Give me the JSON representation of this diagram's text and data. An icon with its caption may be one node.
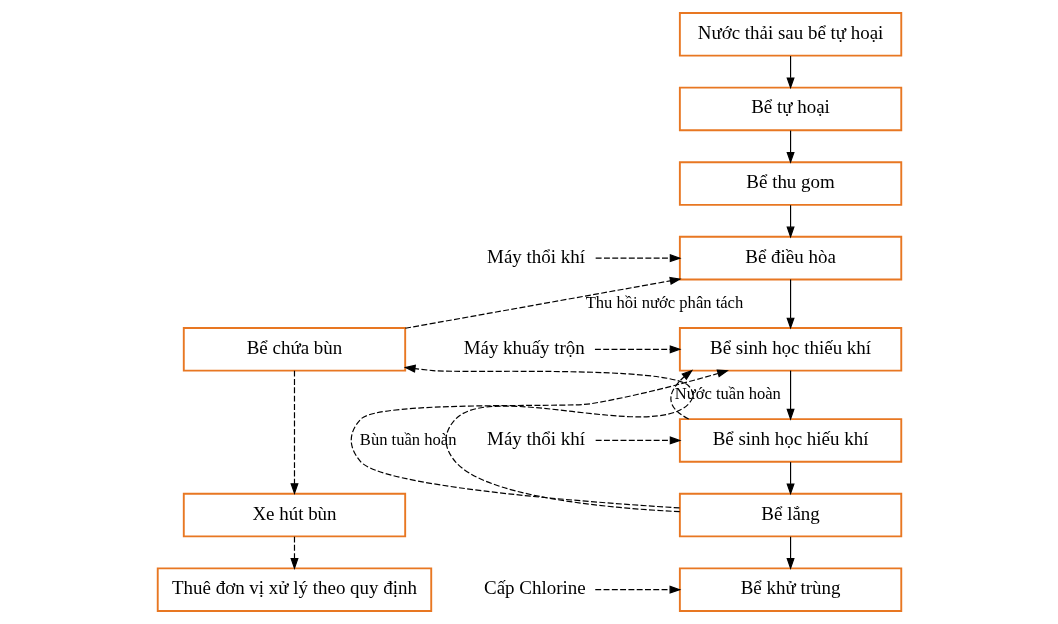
{
  "diagram": {
    "nodes": [
      {
        "text": [
          "Nước thải sau bể tự hoại"
        ]
      },
      {
        "text": [
          "Bể tự hoại"
        ]
      },
      {
        "text": [
          "Bể thu gom"
        ]
      },
      {
        "text": [
          "Máy thổi khí"
        ]
      },
      {
        "text": [
          "Bể điều hòa"
        ]
      },
      {
        "text": [
          "Máy khuấy trộn"
        ]
      },
      {
        "text": [
          "Bể sinh học thiếu khí"
        ]
      },
      {
        "text": [
          "Máy thổi khí"
        ]
      },
      {
        "text": [
          "Bể sinh học hiếu khí"
        ]
      },
      {
        "text": [
          "Bể lắng"
        ]
      },
      {
        "text": [
          "Cấp Chlorine"
        ]
      },
      {
        "text": [
          "Bể khử trùng"
        ]
      },
      {
        "text": [
          "Bể chứa bùn"
        ]
      },
      {
        "text": [
          "Xe hút bùn"
        ]
      },
      {
        "text": [
          "Thuê đơn vị xử lý theo quy định"
        ]
      }
    ],
    "edges": [
      {
        "from": 0,
        "to": 1,
        "arrow": "to"
      },
      {
        "from": 1,
        "to": 2,
        "arrow": "to"
      },
      {
        "from": 2,
        "to": 4,
        "arrow": "to"
      },
      {
        "from": 3,
        "to": 4,
        "arrow": "to",
        "style": "dashed"
      },
      {
        "from": 4,
        "to": 6,
        "arrow": "to"
      },
      {
        "from": 5,
        "to": 6,
        "arrow": "to",
        "style": "dashed"
      },
      {
        "from": 6,
        "to": 8,
        "arrow": "to"
      },
      {
        "from": 7,
        "to": 8,
        "arrow": "to",
        "style": "dashed"
      },
      {
        "from": 8,
        "to": 9,
        "arrow": "to"
      },
      {
        "from": 9,
        "to": 11,
        "arrow": "to"
      },
      {
        "from": 10,
        "to": 11,
        "arrow": "to",
        "style": "dashed"
      },
      {
        "from": 8,
        "to": 6,
        "arrow": "to",
        "style": "dashed",
        "label": "Nước tuần hoàn"
      },
      {
        "from": 9,
        "to": 6,
        "arrow": "to",
        "style": "dashed",
        "label": "Bùn tuần hoàn"
      },
      {
        "from": 9,
        "to": 12,
        "arrow": "to",
        "style": "dashed"
      },
      {
        "from": 12,
        "to": 4,
        "arrow": "to",
        "style": "dashed",
        "label": "Thu hồi nước phân tách"
      },
      {
        "from": 12,
        "to": 13,
        "arrow": "to",
        "style": "dashed"
      },
      {
        "from": 13,
        "to": 14,
        "arrow": "to",
        "style": "dashed"
      }
    ]
  }
}
